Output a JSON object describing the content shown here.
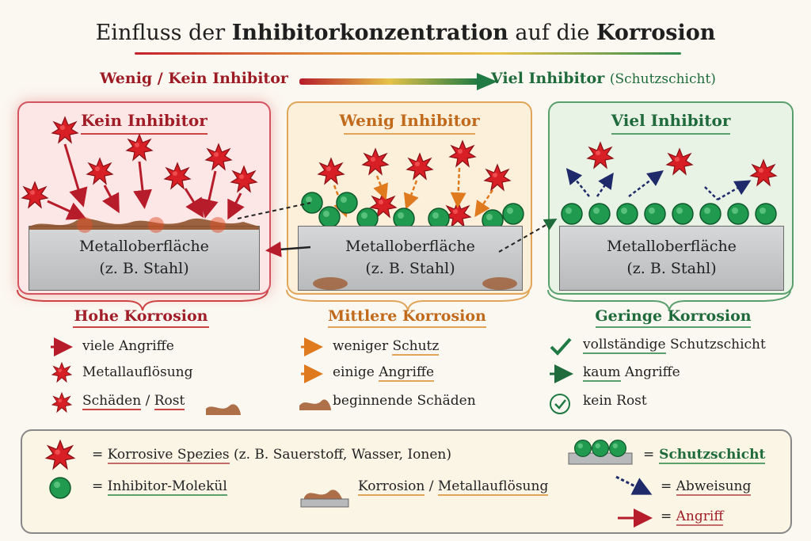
{
  "title": {
    "pre": "Einfluss der ",
    "bold1": "Inhibitorkonzentration",
    "mid": " auf die ",
    "bold2": "Korrosion"
  },
  "scale": {
    "left": "Wenig / Kein Inhibitor",
    "right_bold": "Viel Inhibitor",
    "right_thin": "(Schutzschicht)"
  },
  "panels": {
    "left": {
      "title": "Kein Inhibitor",
      "metal_line1": "Metalloberfläche",
      "metal_line2": "(z. B. Stahl)"
    },
    "mid": {
      "title": "Wenig Inhibitor",
      "metal_line1": "Metalloberfläche",
      "metal_line2": "(z. B. Stahl)"
    },
    "right": {
      "title": "Viel Inhibitor",
      "metal_line1": "Metalloberfläche",
      "metal_line2": "(z. B. Stahl)"
    }
  },
  "results": {
    "left": {
      "title": "Hohe Korrosion",
      "items": [
        "viele Angriffe",
        "Metallauflösung",
        "Schäden",
        "/",
        "Rost"
      ]
    },
    "mid": {
      "title": "Mittlere Korrosion",
      "items": [
        "weniger",
        "Schutz",
        "einige",
        "Angriffe",
        "beginnende Schäden"
      ]
    },
    "right": {
      "title": "Geringe Korrosion",
      "items": [
        "vollständige",
        "Schutzschicht",
        "kaum",
        "Angriffe",
        "kein Rost"
      ]
    }
  },
  "legend": {
    "species_eq": "=",
    "species": "Korrosive Spezies",
    "species_note": "(z. B. Sauerstoff, Wasser, Ionen)",
    "inhibitor_eq": "=",
    "inhibitor": "Inhibitor-Molekül",
    "corrosion": "Korrosion",
    "corrosion_sep": "/",
    "corrosion2": "Metallauflösung",
    "layer_eq": "=",
    "layer": "Schutzschicht",
    "repel_eq": "=",
    "repel": "Abweisung",
    "attack_eq": "=",
    "attack": "Angriff"
  },
  "colors": {
    "red": "#c4202c",
    "orange": "#e07a1f",
    "green": "#1f8a4a",
    "navy": "#1f2a6b"
  }
}
